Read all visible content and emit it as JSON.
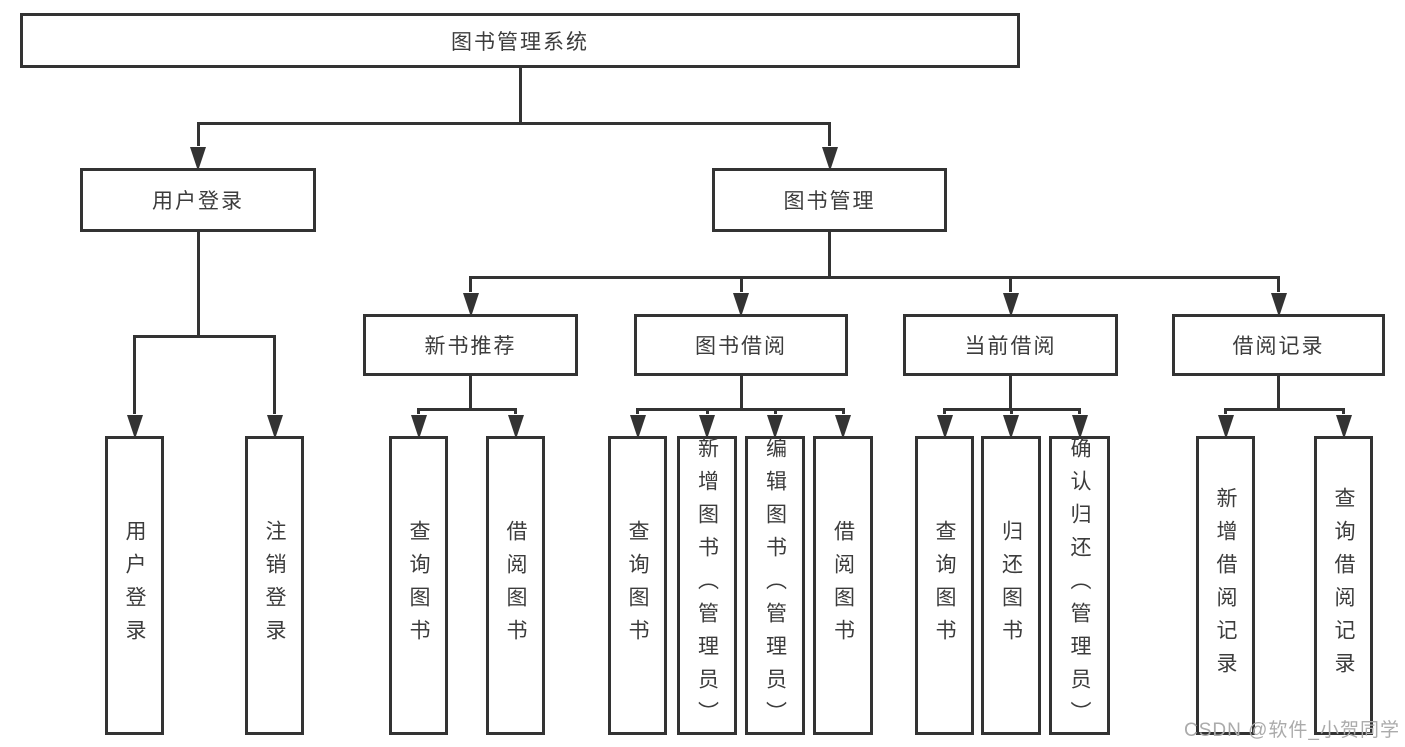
{
  "diagram": {
    "watermark": "CSDN @软件_小贺同学",
    "colors": {
      "line": "#333333",
      "text": "#3c3c3c",
      "background": "#ffffff",
      "watermark": "#ababab"
    },
    "nodes": [
      {
        "id": "root",
        "label": "图书管理系统",
        "parent": null
      },
      {
        "id": "user-login",
        "label": "用户登录",
        "parent": "root"
      },
      {
        "id": "book-management",
        "label": "图书管理",
        "parent": "root"
      },
      {
        "id": "new-book-recommend",
        "label": "新书推荐",
        "parent": "book-management"
      },
      {
        "id": "book-borrowing",
        "label": "图书借阅",
        "parent": "book-management"
      },
      {
        "id": "current-borrowing",
        "label": "当前借阅",
        "parent": "book-management"
      },
      {
        "id": "borrow-records",
        "label": "借阅记录",
        "parent": "book-management"
      },
      {
        "id": "leaf-user-login",
        "label": "用户登录",
        "parent": "user-login"
      },
      {
        "id": "leaf-logout",
        "label": "注销登录",
        "parent": "user-login"
      },
      {
        "id": "leaf-search-books-new",
        "label": "查询图书",
        "parent": "new-book-recommend"
      },
      {
        "id": "leaf-borrow-books-new",
        "label": "借阅图书",
        "parent": "new-book-recommend"
      },
      {
        "id": "leaf-search-books-borrow",
        "label": "查询图书",
        "parent": "book-borrowing"
      },
      {
        "id": "leaf-add-books",
        "label": "新增图书（管理员）",
        "parent": "book-borrowing"
      },
      {
        "id": "leaf-edit-books",
        "label": "编辑图书（管理员）",
        "parent": "book-borrowing"
      },
      {
        "id": "leaf-borrow-books",
        "label": "借阅图书",
        "parent": "book-borrowing"
      },
      {
        "id": "leaf-search-books-current",
        "label": "查询图书",
        "parent": "current-borrowing"
      },
      {
        "id": "leaf-return-books",
        "label": "归还图书",
        "parent": "current-borrowing"
      },
      {
        "id": "leaf-confirm-return",
        "label": "确认归还（管理员）",
        "parent": "current-borrowing"
      },
      {
        "id": "leaf-add-borrow-record",
        "label": "新增借阅记录",
        "parent": "borrow-records"
      },
      {
        "id": "leaf-search-borrow-record",
        "label": "查询借阅记录",
        "parent": "borrow-records"
      }
    ],
    "edges": [
      {
        "from": "root",
        "to": "user-login"
      },
      {
        "from": "root",
        "to": "book-management"
      },
      {
        "from": "user-login",
        "to": "leaf-user-login"
      },
      {
        "from": "user-login",
        "to": "leaf-logout"
      },
      {
        "from": "book-management",
        "to": "new-book-recommend"
      },
      {
        "from": "book-management",
        "to": "book-borrowing"
      },
      {
        "from": "book-management",
        "to": "current-borrowing"
      },
      {
        "from": "book-management",
        "to": "borrow-records"
      },
      {
        "from": "new-book-recommend",
        "to": "leaf-search-books-new"
      },
      {
        "from": "new-book-recommend",
        "to": "leaf-borrow-books-new"
      },
      {
        "from": "book-borrowing",
        "to": "leaf-search-books-borrow"
      },
      {
        "from": "book-borrowing",
        "to": "leaf-add-books"
      },
      {
        "from": "book-borrowing",
        "to": "leaf-edit-books"
      },
      {
        "from": "book-borrowing",
        "to": "leaf-borrow-books"
      },
      {
        "from": "current-borrowing",
        "to": "leaf-search-books-current"
      },
      {
        "from": "current-borrowing",
        "to": "leaf-return-books"
      },
      {
        "from": "current-borrowing",
        "to": "leaf-confirm-return"
      },
      {
        "from": "borrow-records",
        "to": "leaf-add-borrow-record"
      },
      {
        "from": "borrow-records",
        "to": "leaf-search-borrow-record"
      }
    ]
  }
}
